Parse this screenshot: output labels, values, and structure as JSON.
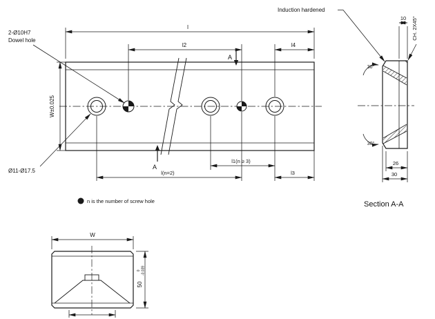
{
  "drawing": {
    "main_view": {
      "dowel_label_line1": "2-Ø10H7",
      "dowel_label_line2": "Dowel hole",
      "counterbore_label": "Ø11-Ø17.5",
      "dim_l": "l",
      "dim_l2": "l2",
      "dim_l4": "l4",
      "dim_w": "W±0.025",
      "dim_l1": "l1(n ≥ 3)",
      "dim_l_n2": "l(n=2)",
      "dim_l3": "l3",
      "section_marker": "A"
    },
    "legend": {
      "note": "n is the number of screw hole"
    },
    "section_view": {
      "title": "Section A-A",
      "induction_label": "Induction hardened",
      "chamfer_label": "CH. 2X45°",
      "dim_thickness": "10",
      "dim_width_inner": "26",
      "dim_width_outer": "30",
      "angle_top": "30°",
      "angle_bottom": "30°"
    },
    "bottom_view": {
      "dim_width": "W",
      "dim_height": "50",
      "tol_upper": "0",
      "tol_lower": "-0.039"
    }
  }
}
